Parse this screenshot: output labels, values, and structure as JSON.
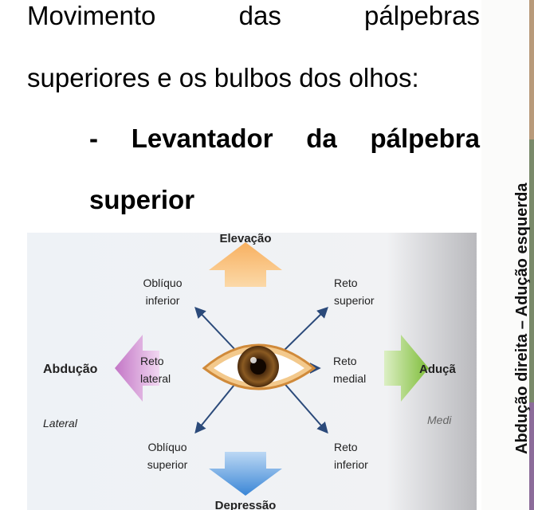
{
  "text": {
    "line1_words": [
      "Movimento",
      "das",
      "pálpebras"
    ],
    "line2": "superiores e os bulbos dos olhos:",
    "line3_words": [
      "-",
      "Levantador",
      "da",
      "pálpebra"
    ],
    "line4": "superior"
  },
  "side_label": "Abdução direita – Adução esquerda",
  "figure": {
    "elevation": "Elevação",
    "depression": "Depressão",
    "abduction": "Abdução",
    "adduction": "Aduçã",
    "lateral": "Lateral",
    "medial": "Medi",
    "oblique_inferior": [
      "Oblíquo",
      "inferior"
    ],
    "rectus_superior": [
      "Reto",
      "superior"
    ],
    "rectus_lateral": [
      "Reto",
      "lateral"
    ],
    "rectus_medial": [
      "Reto",
      "medial"
    ],
    "oblique_superior": [
      "Oblíquo",
      "superior"
    ],
    "rectus_inferior": [
      "Reto",
      "inferior"
    ]
  },
  "colors": {
    "up_arrow": "#f6a44a",
    "down_arrow": "#4a90d9",
    "left_arrow": "#c77dc7",
    "right_arrow": "#8cc63f",
    "iris": "#5a3210",
    "arrow_lines": "#2b4a7a"
  }
}
